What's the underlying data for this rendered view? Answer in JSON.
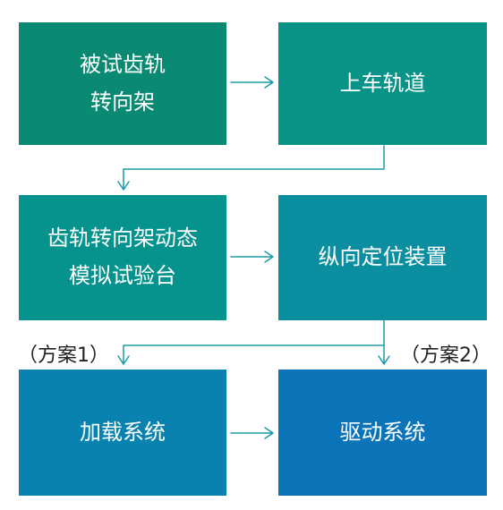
{
  "diagram": {
    "nodes": [
      {
        "id": "b1",
        "lines": [
          "被试齿轨",
          "转向架"
        ]
      },
      {
        "id": "b2",
        "lines": [
          "上车轨道"
        ]
      },
      {
        "id": "b3",
        "lines": [
          "齿轨转向架动态",
          "模拟试验台"
        ]
      },
      {
        "id": "b4",
        "lines": [
          "纵向定位装置"
        ]
      },
      {
        "id": "b5",
        "lines": [
          "加载系统"
        ]
      },
      {
        "id": "b6",
        "lines": [
          "驱动系统"
        ]
      }
    ],
    "labels": {
      "option1": "（方案1）",
      "option2": "（方案2）"
    },
    "edges": [
      {
        "from": "b1",
        "to": "b2"
      },
      {
        "from": "b2",
        "to": "b3"
      },
      {
        "from": "b3",
        "to": "b4"
      },
      {
        "from": "b4",
        "to": "b5",
        "label": "（方案1）"
      },
      {
        "from": "b4",
        "to": "b6",
        "label": "（方案2）"
      },
      {
        "from": "b5",
        "to": "b6"
      }
    ],
    "colors": {
      "arrow": "#1a9ba5"
    }
  }
}
